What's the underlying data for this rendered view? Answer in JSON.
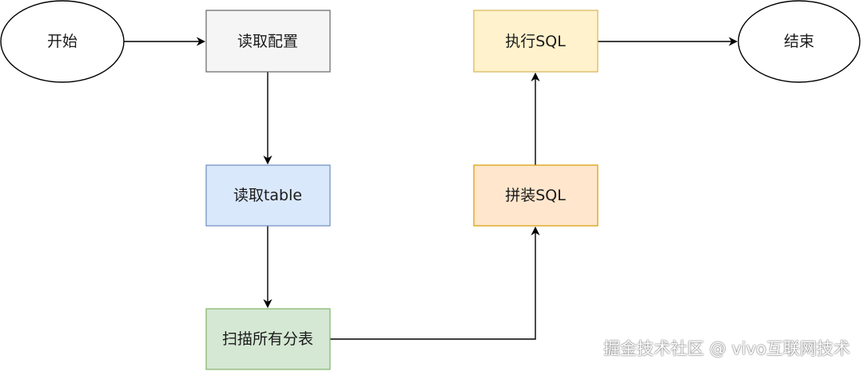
{
  "nodes": {
    "start": {
      "label": "开始"
    },
    "read_config": {
      "label": "读取配置"
    },
    "read_table": {
      "label": "读取table"
    },
    "scan_tables": {
      "label": "扫描所有分表"
    },
    "build_sql": {
      "label": "拼装SQL"
    },
    "exec_sql": {
      "label": "执行SQL"
    },
    "end": {
      "label": "结束"
    }
  },
  "watermark": "掘金技术社区 @ vivo互联网技术",
  "colors": {
    "read_config_fill": "#f5f5f5",
    "read_config_stroke": "#666666",
    "read_table_fill": "#dae8fc",
    "read_table_stroke": "#6c8ebf",
    "scan_tables_fill": "#d5e8d4",
    "scan_tables_stroke": "#82b366",
    "build_sql_fill": "#ffe6cc",
    "build_sql_stroke": "#d79b00",
    "exec_sql_fill": "#fff2cc",
    "exec_sql_stroke": "#d6b656",
    "edge": "#000000"
  }
}
